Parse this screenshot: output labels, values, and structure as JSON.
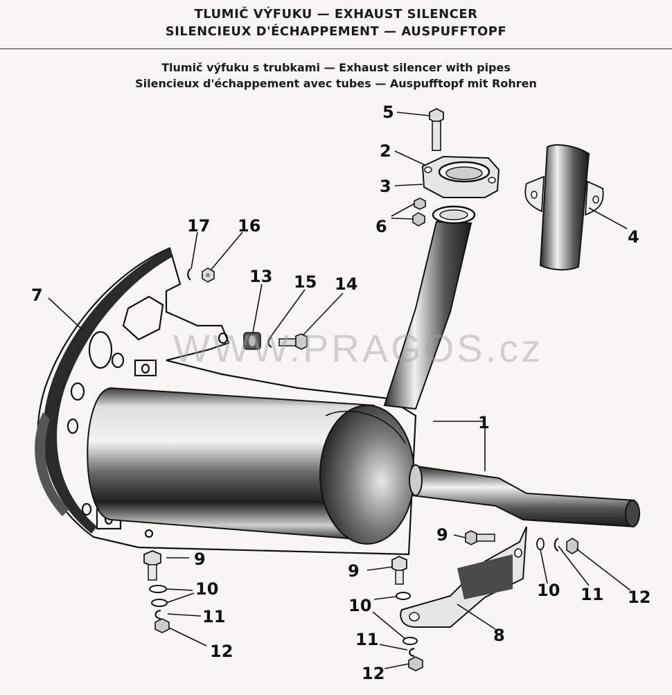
{
  "header": {
    "line1": "TLUMIČ VÝFUKU — EXHAUST SILENCER",
    "line2": "SILENCIEUX D'ÉCHAPPEMENT — AUSPUFFTOPF"
  },
  "subtitle": {
    "line1": "Tlumič výfuku s trubkami — Exhaust silencer with pipes",
    "line2": "Silencieux d'échappement avec tubes — Auspufftopf mit Rohren"
  },
  "watermark": "WWW.PRAGOS.cz",
  "callouts": {
    "c5": "5",
    "c2": "2",
    "c3": "3",
    "c6": "6",
    "c4": "4",
    "c17": "17",
    "c16": "16",
    "c13": "13",
    "c15": "15",
    "c14": "14",
    "c7": "7",
    "c1": "1",
    "c9a": "9",
    "c10a": "10",
    "c11a": "11",
    "c12a": "12",
    "c9b": "9",
    "c10b": "10",
    "c11b": "11",
    "c12b": "12",
    "c9c": "9",
    "c10c": "10",
    "c11c": "11",
    "c12c": "12",
    "c8": "8"
  }
}
